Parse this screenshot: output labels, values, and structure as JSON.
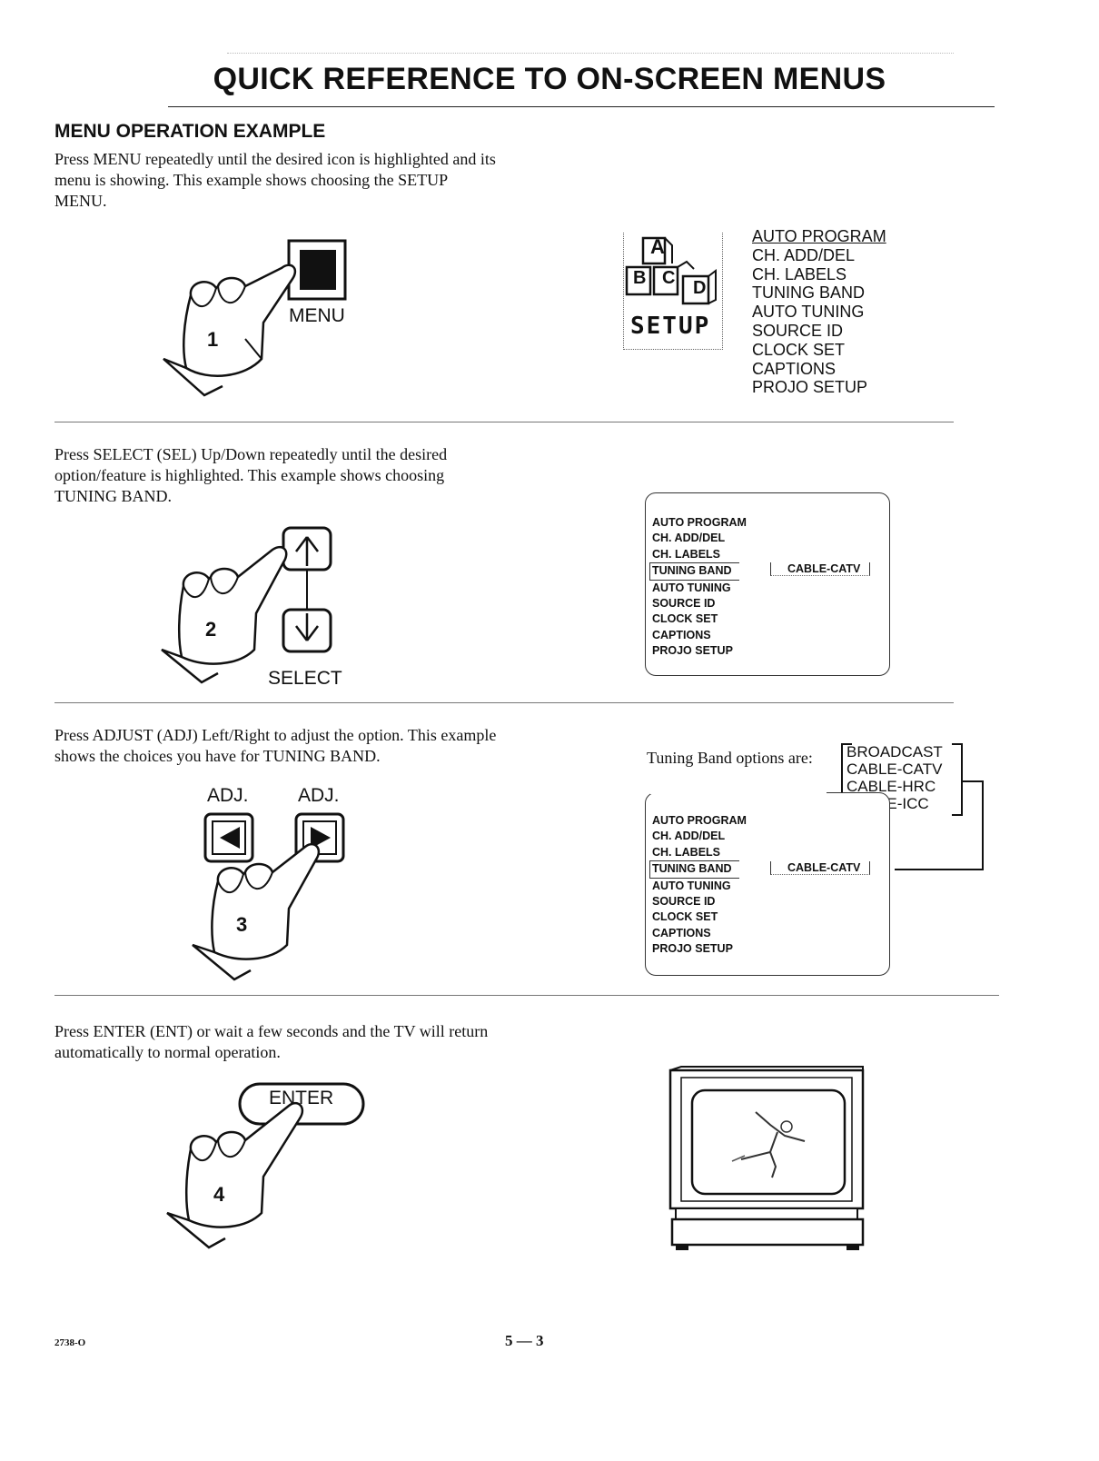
{
  "page": {
    "title": "QUICK REFERENCE TO ON-SCREEN MENUS",
    "section_title": "MENU OPERATION EXAMPLE",
    "footer_code": "2738-O",
    "page_number": "5 — 3"
  },
  "steps": [
    {
      "number": "1",
      "text": "Press MENU repeatedly until the desired icon is highlighted and its menu is showing. This example shows choosing the SETUP MENU.",
      "button_label": "MENU"
    },
    {
      "number": "2",
      "text": "Press SELECT (SEL) Up/Down repeatedly until the desired option/feature is highlighted.  This example shows choosing TUNING BAND.",
      "button_label": "SELECT"
    },
    {
      "number": "3",
      "text": "Press ADJUST (ADJ) Left/Right to adjust the option.  This example shows the choices you have for TUNING BAND.",
      "button_label_left": "ADJ.",
      "button_label_right": "ADJ."
    },
    {
      "number": "4",
      "text": "Press ENTER (ENT) or wait a few seconds and the TV will return automatically to normal operation.",
      "button_label": "ENTER"
    }
  ],
  "setup_icon": {
    "label": "SETUP",
    "blocks": [
      "A",
      "B",
      "C",
      "D"
    ]
  },
  "setup_menu": {
    "items": [
      "AUTO PROGRAM",
      "CH. ADD/DEL",
      "CH. LABELS",
      "TUNING BAND",
      "AUTO TUNING",
      "SOURCE ID",
      "CLOCK SET",
      "CAPTIONS",
      "PROJO SETUP"
    ]
  },
  "osd_menu": {
    "items": [
      "AUTO PROGRAM",
      "CH. ADD/DEL",
      "CH. LABELS",
      "TUNING BAND",
      "AUTO TUNING",
      "SOURCE ID",
      "CLOCK SET",
      "CAPTIONS",
      "PROJO SETUP"
    ],
    "selected_value": "CABLE-CATV"
  },
  "tuning_band": {
    "intro": "Tuning Band options are:",
    "options": [
      "BROADCAST",
      "CABLE-CATV",
      "CABLE-HRC",
      "CABLE-ICC"
    ]
  }
}
